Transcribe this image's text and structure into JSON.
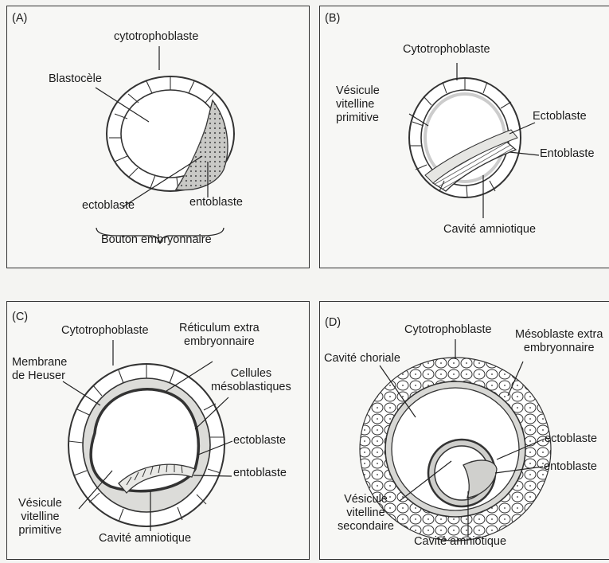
{
  "panels": {
    "A": {
      "tag": "(A)",
      "labels": {
        "cytotrophoblaste": "cytotrophoblaste",
        "blastocele": "Blastocèle",
        "ectoblaste": "ectoblaste",
        "entoblaste": "entoblaste",
        "bouton": "Bouton embryonnaire"
      }
    },
    "B": {
      "tag": "(B)",
      "labels": {
        "cytotrophoblaste": "Cytotrophoblaste",
        "vesicule": "Vésicule\nvitelline\nprimitive",
        "ectoblaste": "Ectoblaste",
        "entoblaste": "Entoblaste",
        "cavite": "Cavité amniotique"
      }
    },
    "C": {
      "tag": "(C)",
      "labels": {
        "cytotrophoblaste": "Cytotrophoblaste",
        "reticulum": "Réticulum extra\nembryonnaire",
        "membrane": "Membrane\nde Heuser",
        "cellules": "Cellules\nmésoblastiques",
        "ectoblaste": "ectoblaste",
        "entoblaste": "entoblaste",
        "vesicule": "Vésicule\nvitelline\nprimitive",
        "cavite": "Cavité amniotique"
      }
    },
    "D": {
      "tag": "(D)",
      "labels": {
        "cytotrophoblaste": "Cytotrophoblaste",
        "mesoblaste": "Mésoblaste extra\nembryonnaire",
        "choriale": "Cavité choriale",
        "ectoblaste": "ectoblaste",
        "entoblaste": "entoblaste",
        "vesicule": "Vésicule\nvitelline\nsecondaire",
        "cavite": "Cavité amniotique"
      }
    }
  }
}
